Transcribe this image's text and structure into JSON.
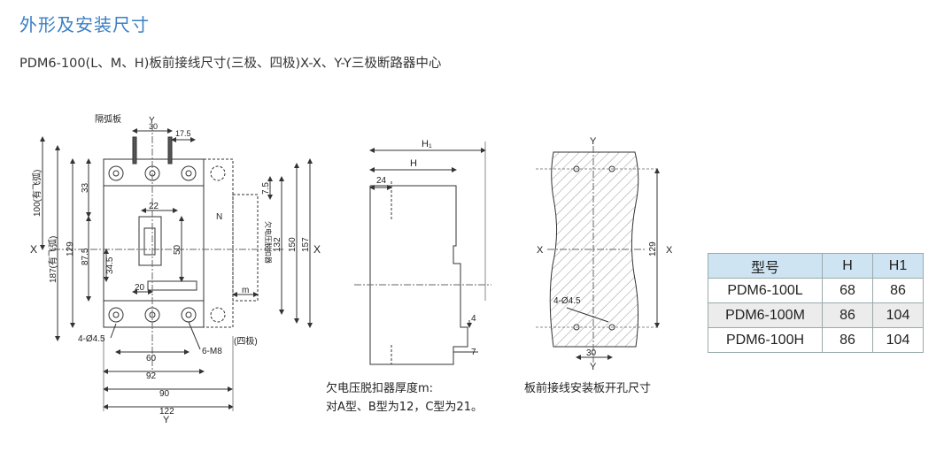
{
  "header": {
    "title": "外形及安装尺寸",
    "subtitle": "PDM6-100(L、M、H)板前接线尺寸(三极、四极)X-X、Y-Y三极断路器中心"
  },
  "drawing1": {
    "arc_plate": "隔弧板",
    "y_top": "Y",
    "y_bottom": "Y",
    "x_left": "X",
    "x_right": "X",
    "d30": "30",
    "d17_5": "17.5",
    "d33": "33",
    "d7_5": "7.5",
    "d22": "22",
    "n_label": "N",
    "d129": "129",
    "d87_5": "87.5",
    "d50": "50",
    "d34_5": "34.5",
    "d20": "20",
    "m_label": "m",
    "d132": "132",
    "d150": "150",
    "d157": "157",
    "d100": "100(有飞弧)",
    "d187": "187(有飞弧)",
    "uv_release": "欠电压脱扣器",
    "hole4": "4-Ø4.5",
    "m8": "6-M8",
    "four_pole": "(四极)",
    "d60": "60",
    "d92": "92",
    "d90": "90",
    "d122": "122"
  },
  "drawing2": {
    "h1": "H₁",
    "h": "H",
    "d24": "24",
    "d4": "4",
    "d7": "7"
  },
  "drawing3": {
    "y_top": "Y",
    "y_bottom": "Y",
    "x_left": "X",
    "x_right": "X",
    "d129": "129",
    "hole4": "4-Ø4.5",
    "d30": "30"
  },
  "notes": {
    "line1": "欠电压脱扣器厚度m:",
    "line2": "对A型、B型为12，C型为21。",
    "caption": "板前接线安装板开孔尺寸"
  },
  "table": {
    "headers": [
      "型号",
      "H",
      "H1"
    ],
    "rows": [
      [
        "PDM6-100L",
        "68",
        "86"
      ],
      [
        "PDM6-100M",
        "86",
        "104"
      ],
      [
        "PDM6-100H",
        "86",
        "104"
      ]
    ]
  }
}
